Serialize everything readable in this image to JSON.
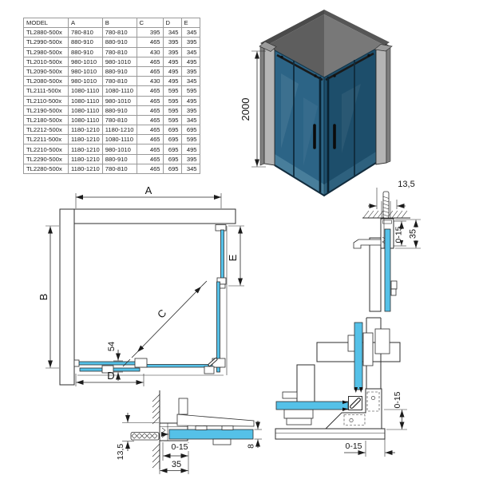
{
  "table": {
    "columns": [
      "MODEL",
      "A",
      "B",
      "C",
      "D",
      "E"
    ],
    "rows": [
      [
        "TL2880-500x",
        "780-810",
        "780-810",
        "395",
        "345",
        "345"
      ],
      [
        "TL2990-500x",
        "880-910",
        "880-910",
        "465",
        "395",
        "395"
      ],
      [
        "TL2980-500x",
        "880-910",
        "780-810",
        "430",
        "395",
        "345"
      ],
      [
        "TL2010-500x",
        "980-1010",
        "980-1010",
        "465",
        "495",
        "495"
      ],
      [
        "TL2090-500x",
        "980-1010",
        "880-910",
        "465",
        "495",
        "395"
      ],
      [
        "TL2080-500x",
        "980-1010",
        "780-810",
        "430",
        "495",
        "345"
      ],
      [
        "TL2111-500x",
        "1080-1110",
        "1080-1110",
        "465",
        "595",
        "595"
      ],
      [
        "TL2110-500x",
        "1080-1110",
        "980-1010",
        "465",
        "595",
        "495"
      ],
      [
        "TL2190-500x",
        "1080-1110",
        "880-910",
        "465",
        "595",
        "395"
      ],
      [
        "TL2180-500x",
        "1080-1110",
        "780-810",
        "465",
        "595",
        "345"
      ],
      [
        "TL2212-500x",
        "1180-1210",
        "1180-1210",
        "465",
        "695",
        "695"
      ],
      [
        "TL2211-500x",
        "1180-1210",
        "1080-1110",
        "465",
        "695",
        "595"
      ],
      [
        "TL2210-500x",
        "1180-1210",
        "980-1010",
        "465",
        "695",
        "495"
      ],
      [
        "TL2290-500x",
        "1180-1210",
        "880-910",
        "465",
        "695",
        "395"
      ],
      [
        "TL2280-500x",
        "1180-1210",
        "780-810",
        "465",
        "695",
        "345"
      ]
    ]
  },
  "iso": {
    "height": "2000"
  },
  "plan": {
    "a": "A",
    "b": "B",
    "c": "C",
    "d": "D",
    "e": "E",
    "track_offset": "54"
  },
  "detail_top_right": {
    "screw_offset": "13,5",
    "adjust": "0-15",
    "profile_depth": "35"
  },
  "detail_corner": {
    "adjust_v": "0-15",
    "adjust_h": "0-15"
  },
  "detail_bottom_left": {
    "screw_offset": "13,5",
    "adjust": "0-15",
    "profile_depth": "35",
    "glass_thickness": "8"
  },
  "colors": {
    "glass_blue": "#55c1e8",
    "iso_glass_left": "#2c6486",
    "iso_glass_right": "#1d4e6b",
    "wall_gray": "#b5b5b5",
    "roof_left": "#5e5e5e",
    "roof_right": "#787878",
    "line": "#2e2e2e"
  }
}
